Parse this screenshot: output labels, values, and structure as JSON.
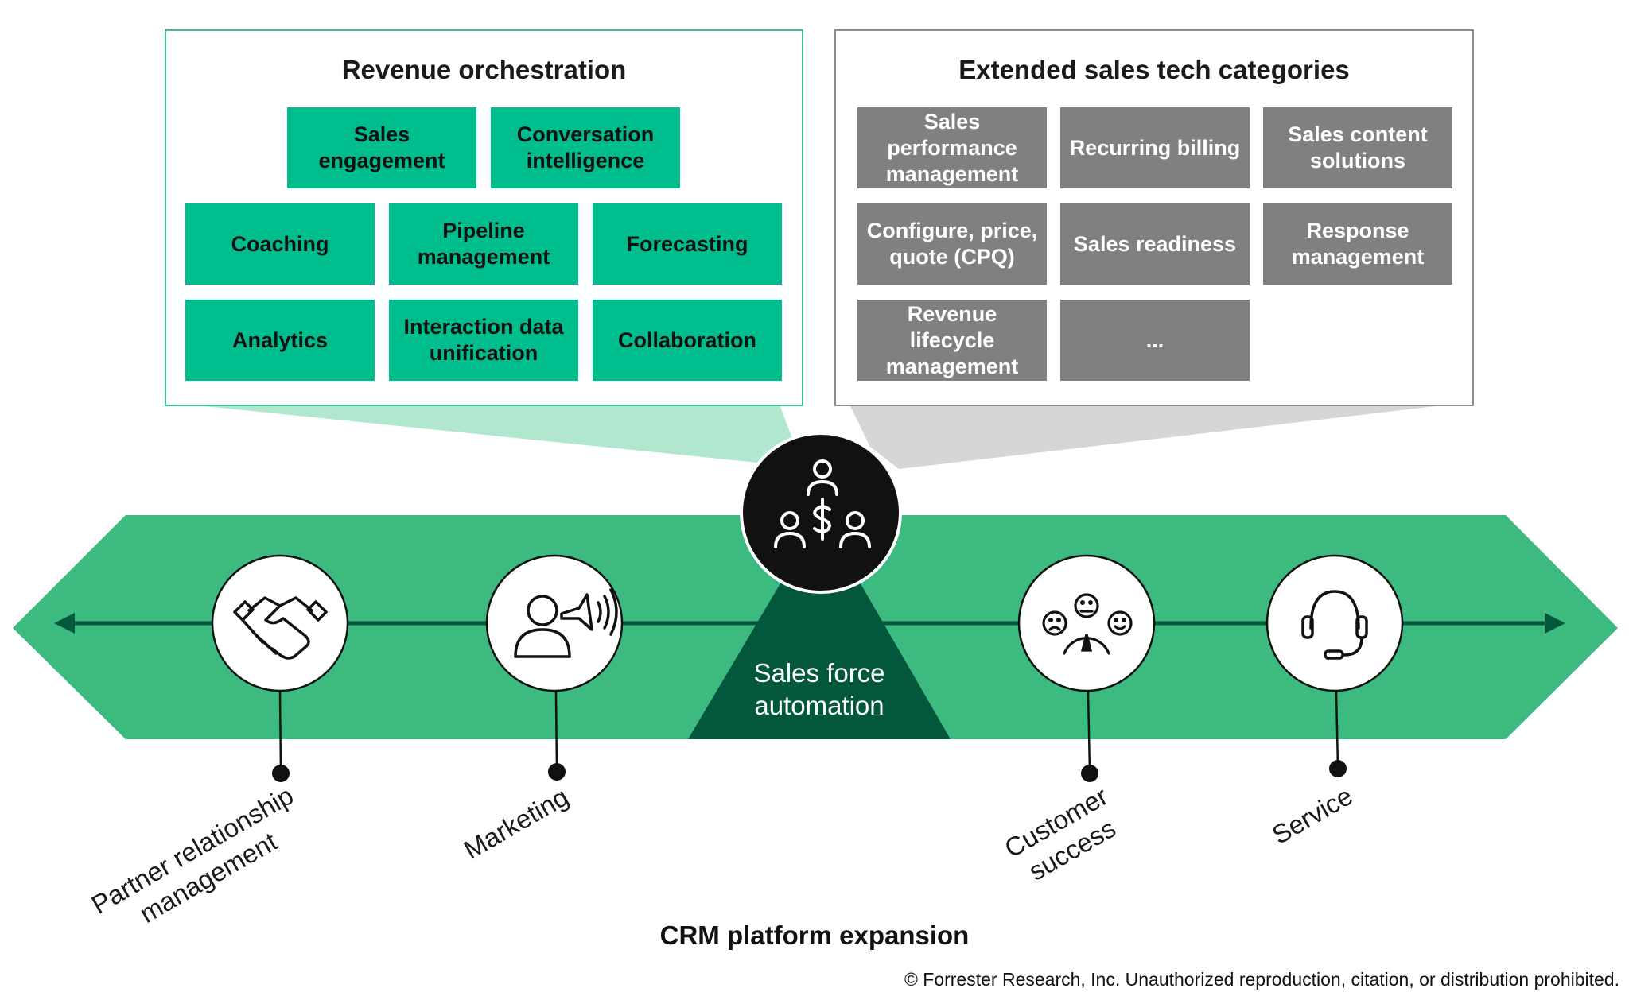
{
  "revenue_orchestration": {
    "title": "Revenue orchestration",
    "tiles": [
      "Sales engagement",
      "Conversation intelligence",
      "Coaching",
      "Pipeline management",
      "Forecasting",
      "Analytics",
      "Interaction data unification",
      "Collaboration"
    ]
  },
  "extended_categories": {
    "title": "Extended sales tech categories",
    "tiles": [
      "Sales performance management",
      "Recurring billing",
      "Sales content solutions",
      "Configure, price, quote (CPQ)",
      "Sales readiness",
      "Response management",
      "Revenue lifecycle management",
      "..."
    ]
  },
  "center": {
    "label": "Sales force automation"
  },
  "spokes": [
    {
      "label": "Partner relationship management",
      "icon": "handshake-icon"
    },
    {
      "label": "Marketing",
      "icon": "megaphone-person-icon"
    },
    {
      "label": "Customer success",
      "icon": "satisfaction-gauge-icon"
    },
    {
      "label": "Service",
      "icon": "headset-icon"
    }
  ],
  "center_icon": "people-money-icon",
  "footer": {
    "title": "CRM platform expansion",
    "copyright": "© Forrester Research, Inc. Unauthorized reproduction, citation, or distribution prohibited."
  },
  "colors": {
    "band": "#3dba80",
    "dark_green": "#02573d",
    "tile_green": "#00bd8e",
    "tile_gray": "#808080",
    "funnel_green": "#b1e6cf",
    "funnel_gray": "#d6d6d6"
  }
}
